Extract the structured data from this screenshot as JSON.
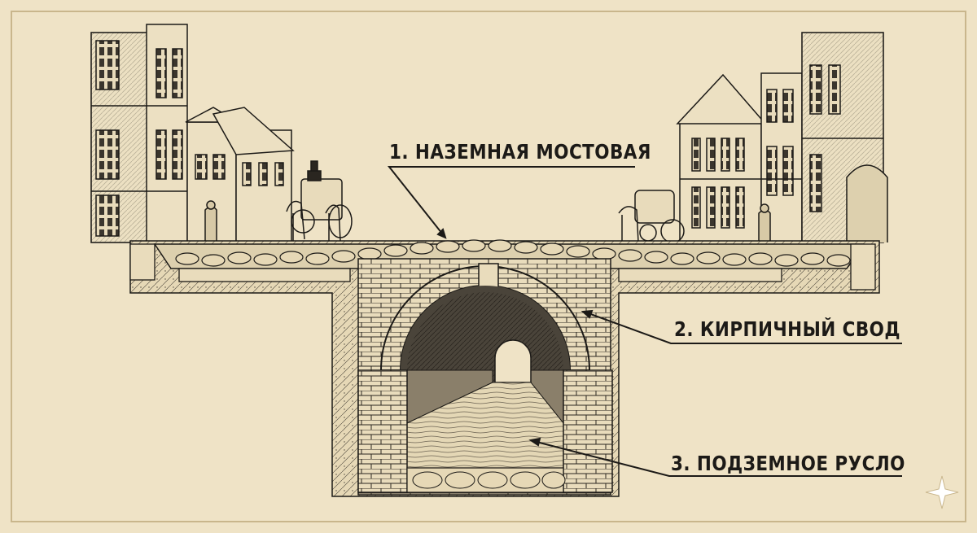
{
  "diagram": {
    "labels": {
      "road": "1. НАЗЕМНАЯ МОСТОВАЯ",
      "vault": "2. КИРПИЧНЫЙ СВОД",
      "river": "3. ПОДЗЕМНОЕ РУСЛО"
    }
  },
  "colors": {
    "paper": "#efe3c6",
    "ink": "#1c1a17",
    "tunnel_shadow": "#4a443a",
    "water": "#d9ccaa"
  },
  "icons": {
    "corner_mark": "sparkle-icon"
  }
}
